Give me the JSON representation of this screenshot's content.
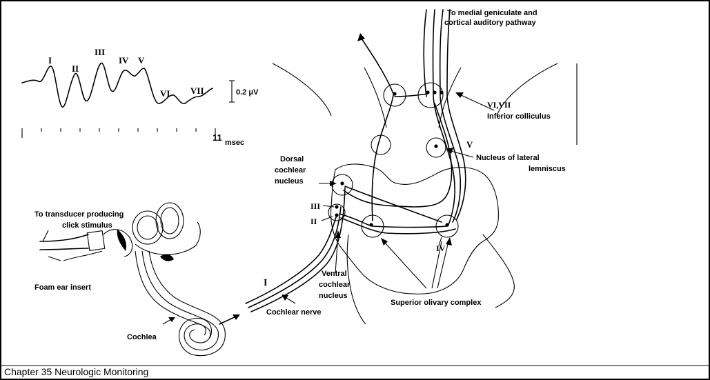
{
  "waveform": {
    "peaks": [
      "I",
      "II",
      "III",
      "IV",
      "V",
      "VI",
      "VII"
    ],
    "scale_label": "0.2 μV",
    "time_value": "11",
    "time_unit": "msec"
  },
  "labels": {
    "top_pathway_1": "To medial geniculate and",
    "top_pathway_2": "cortical auditory pathway",
    "inferior_colliculus_num": "VI,VII",
    "inferior_colliculus": "Inferior colliculus",
    "lateral_lemniscus_num": "V",
    "lateral_lemniscus_1": "Nucleus of lateral",
    "lateral_lemniscus_2": "lemniscus",
    "dorsal_1": "Dorsal",
    "dorsal_2": "cochlear",
    "dorsal_3": "nucleus",
    "roman_iii": "III",
    "roman_ii": "II",
    "roman_iv": "IV",
    "roman_i": "I",
    "transducer_1": "To transducer producing",
    "transducer_2": "click stimulus",
    "foam": "Foam ear insert",
    "cochlea": "Cochlea",
    "ventral_1": "Ventral",
    "ventral_2": "cochlear",
    "ventral_3": "nucleus",
    "cochlear_nerve": "Cochlear nerve",
    "superior_olivary": "Superior olivary complex"
  },
  "caption": "Chapter 35 Neurologic Monitoring"
}
